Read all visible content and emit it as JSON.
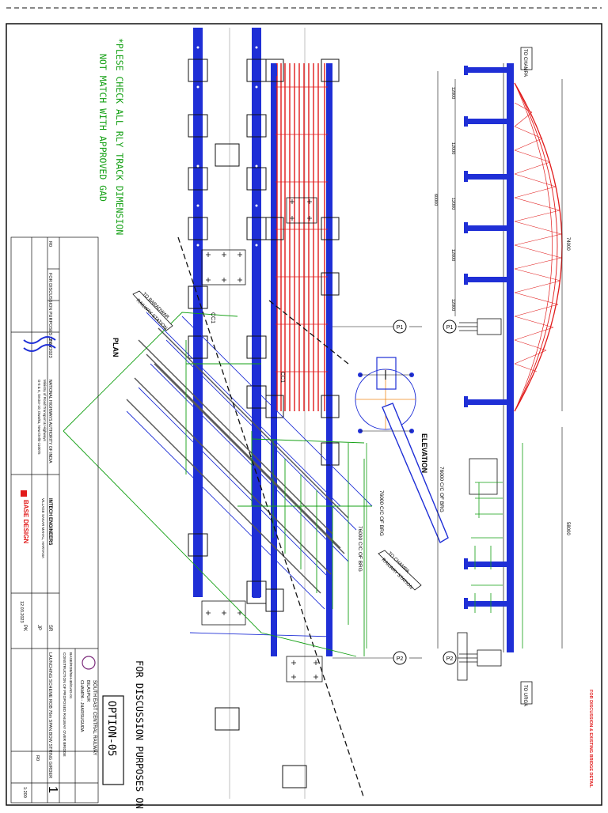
{
  "notes": {
    "check_line1": "*PLESE CHECK ALL RLY TRACK DIMENSION",
    "check_line2": "NOT MATCH WITH APPROVED GAD",
    "discussion": "FOR DISCUSSION PURPOSES ONLY",
    "option": "OPTION-05",
    "red_note": "FOR DISCUSSION & EXISTING BRIDGE DETAIL"
  },
  "labels": {
    "plan": "PLAN",
    "elevation": "ELEVATION",
    "to_champa_top": "TO CHAMPA",
    "to_urga": "TO URGA",
    "to_baradwar_1": "TO BARADWAR",
    "to_baradwar_2": "RAILWAY STATION",
    "to_champa_rly_1": "TO CHAMPA",
    "to_champa_rly_2": "RAILWAY STATION",
    "cc1": "CC1",
    "cc1b": "CC1",
    "p1": "P1",
    "p2": "P2",
    "p1b": "P1",
    "p2b": "P2",
    "span_c2c": "76000 C/C OF BRG",
    "span_c2c_b": "76000 C/C OF BRG",
    "span_c2c_c": "76000 C/C OF BRG",
    "dim_top": "74000",
    "dim_bottom": "58000",
    "dim_a": "12000",
    "dim_b": "12000",
    "dim_c": "12000",
    "dim_d": "12000",
    "dim_e": "12000",
    "dim_f": "60000"
  },
  "title_block": {
    "revisions": [
      {
        "rev": "R0",
        "desc": "FOR DISCUSSION PURPOSES ONLY",
        "date": "12.03.2023"
      }
    ],
    "client_line1": "NATIONAL HIGHWAYS AUTHORITY OF INDIA",
    "client_line2": "Ministry of Road Transport & Highways",
    "client_line3": "G-5 & 6, Sector-10, Dwarka, New Delhi-110075",
    "contractor": "INTECH ENGINEERS",
    "contractor_sub": "VILLAGE SAKAR MAHAL, HARYANA",
    "designer": "BASE DESIGN",
    "railway_1": "SOUTH EAST CENTRAL RAILWAY",
    "railway_2": "BILASPUR",
    "railway_3": "CHAMPA - JHARSUGUDA",
    "project": "CONSTRUCTION OF PROPOSED RAILWAY OVER BRIDGE",
    "title": "LAUNCHING SCHEME ROB 76m SPAN BOW STRING GIRDER",
    "drawing_no": "BASE/ROB/NH-49/GAD-01",
    "sheet": "1",
    "date": "12.03.2023",
    "scale": "1:200",
    "rev_current": "R0",
    "checked": "JP",
    "drawn": "SR",
    "approved": "PK"
  },
  "colors": {
    "truss_blue": "#1f2fd6",
    "deck_red": "#e11b1b",
    "track_green": "#14a014",
    "line_black": "#111111"
  }
}
